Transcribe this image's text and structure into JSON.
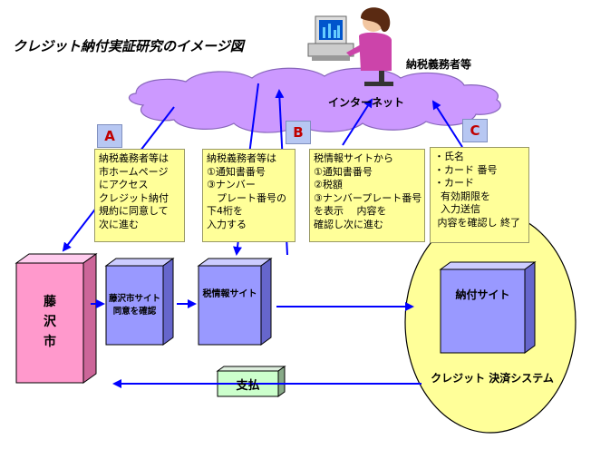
{
  "title": "クレジット納付実証研究のイメージ図",
  "taxpayer_label": "納税義務者等",
  "internet_label": "インターネット",
  "steps": [
    {
      "letter": "A",
      "text": "納税義務者等は\n市ホームページ\nにアクセス\nクレジット納付\n規約に同意して\n次に進む"
    },
    {
      "letter": "B",
      "text": "納税義務者等は\n①通知書番号\n③ナンバー\n　プレート番号の\n下4桁を\n入力する"
    },
    {
      "letter": "",
      "text": "税情報サイトから\n①通知書番号\n②税額\n③ナンバープレート番号\nを表示　 内容を\n確認し次に進む"
    },
    {
      "letter": "C",
      "text": "・氏名\n・カード 番号\n・カード\n  有効期限を\n  入力送信\n 内容を確認し 終了"
    }
  ],
  "boxes": {
    "city": "藤\n沢\n市",
    "city_site": "藤沢市サイト\n同意を確認",
    "tax_site": "税情報サイト",
    "payment_site": "納付サイト"
  },
  "credit_system": "クレジット 決済システム",
  "payment_label": "支払",
  "colors": {
    "note": "#ffff99",
    "box_blue": "#9999ff",
    "city_pink": "#ff99cc",
    "oval": "#ffff99",
    "arrow": "#0000ff",
    "cloud": "#cc99ff"
  }
}
